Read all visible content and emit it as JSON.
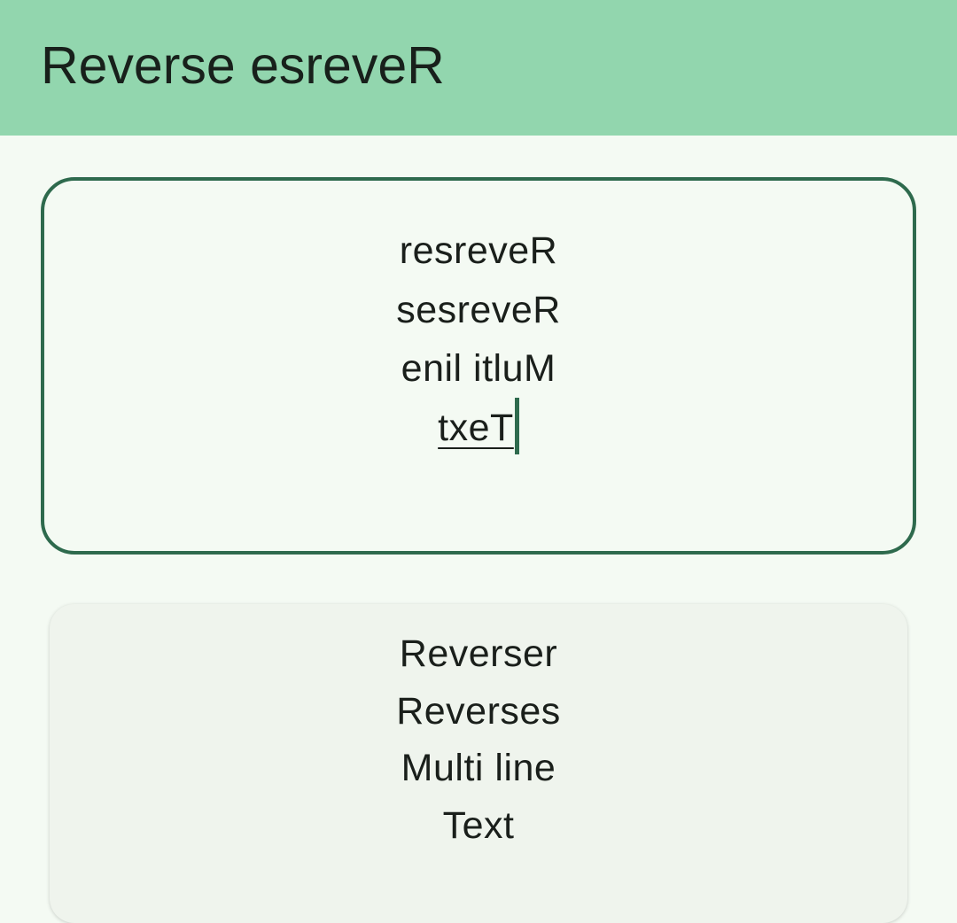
{
  "app_bar": {
    "title": "Reverse esreveR"
  },
  "input": {
    "lines": [
      "resreveR",
      "sesreveR",
      "enil itluM",
      "txeT"
    ],
    "cursor": "after-last-line"
  },
  "output": {
    "lines": [
      "Reverser",
      "Reverses",
      "Multi line",
      "Text"
    ]
  },
  "colors": {
    "app_bar": "#92d6ae",
    "background": "#f4faf3",
    "accent": "#2e6a4d",
    "output_card": "#eff4ed",
    "text": "#1a1f1b"
  }
}
